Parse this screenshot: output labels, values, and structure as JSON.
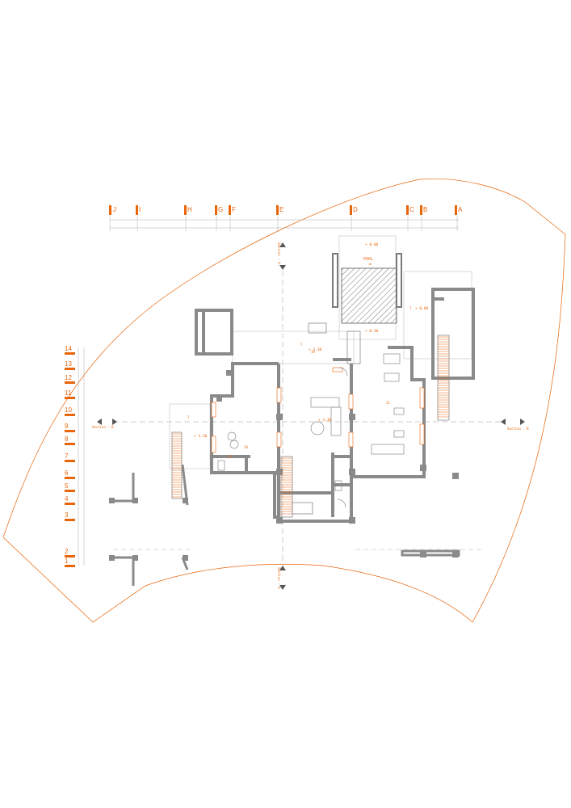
{
  "colors": {
    "accent": "#e8650a",
    "wall": "#8a8a8a",
    "line": "#b5b5b5",
    "hatch": "#555555"
  },
  "grid_letters": [
    "J",
    "I",
    "H",
    "G",
    "F",
    "E",
    "D",
    "C",
    "B",
    "A"
  ],
  "grid_numbers": [
    "14",
    "13",
    "12",
    "11",
    "10",
    "9",
    "8",
    "7",
    "6",
    "5",
    "4",
    "3",
    "2",
    "1"
  ],
  "sections": {
    "section_a_top": "Section - A",
    "section_a_bottom": "Section - A",
    "section_b_left": "Section - B",
    "section_b_right": "Section - B"
  },
  "levels": {
    "pool_top": "+ 0.00",
    "pool_bottom": "+ 0.30",
    "terrace_right": "+ 0.00",
    "center_top": "+ 3.30",
    "living": "+ 3.30",
    "west": "+ 3.30"
  },
  "labels": {
    "pool": "POOL",
    "pool_no": "16",
    "room_21": "21",
    "room_15": "15",
    "room_18": "18",
    "room_19": "19",
    "terrace_7_left": "7",
    "terrace_7_center": "7",
    "terrace_7_right": "7"
  }
}
